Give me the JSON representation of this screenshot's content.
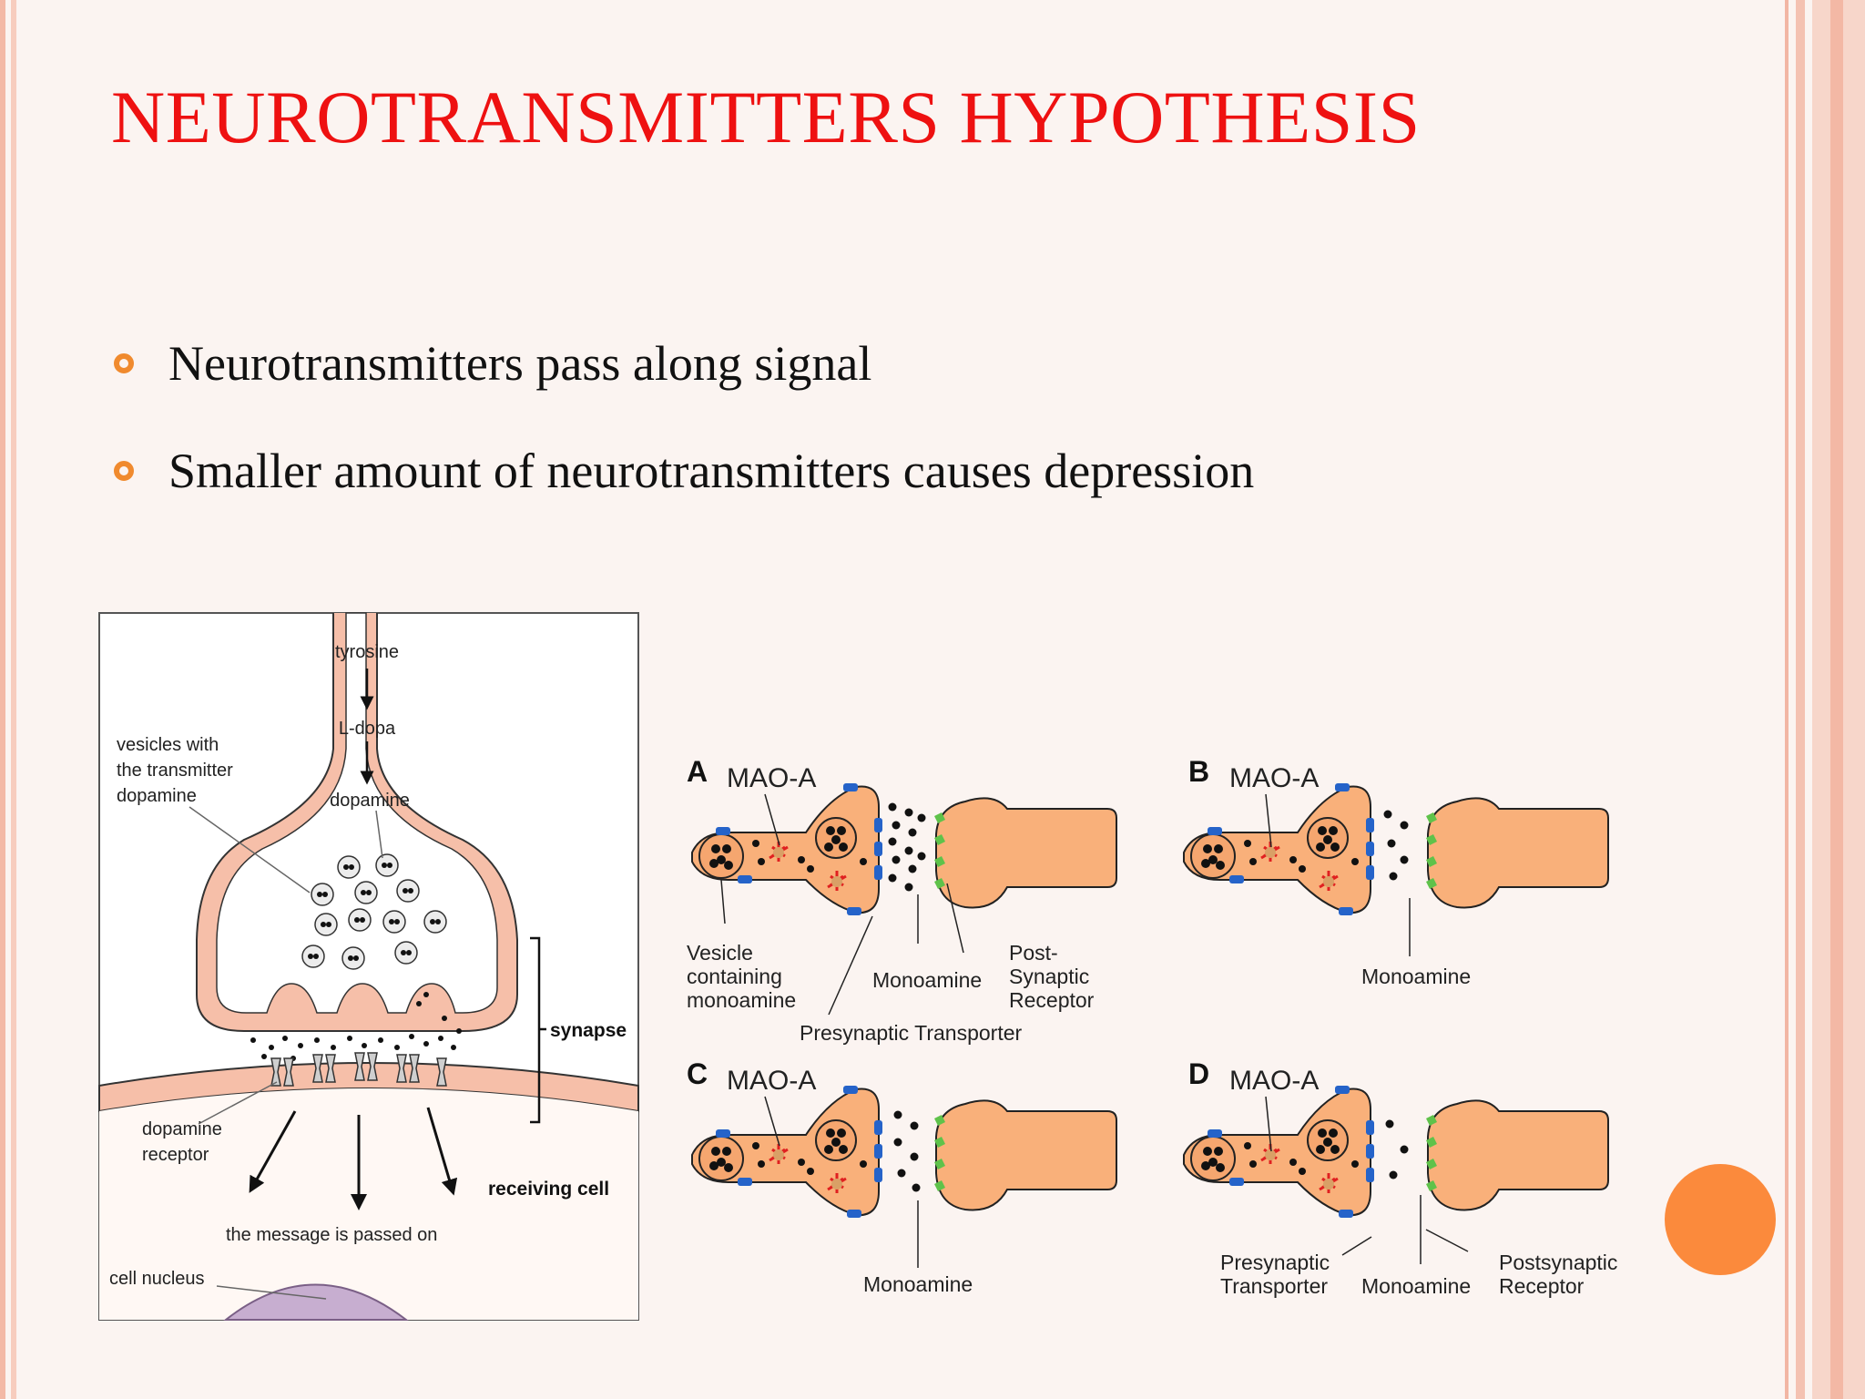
{
  "slide": {
    "title": "NEUROTRANSMITTERS HYPOTHESIS",
    "bullets": [
      "Neurotransmitters pass along signal",
      "Smaller amount of neurotransmitters causes depression"
    ],
    "colors": {
      "title": "#ee1111",
      "bullet_icon": "#f08a2e",
      "accent_dot": "#fb8a3c"
    }
  },
  "left_diagram": {
    "labels": {
      "tyrosine": "tyrosine",
      "ldopa": "L-dopa",
      "dopamine": "dopamine",
      "vesicles_1": "vesicles with",
      "vesicles_2": "the transmitter",
      "vesicles_3": "dopamine",
      "synapse": "synapse",
      "receptor_1": "dopamine",
      "receptor_2": "receptor",
      "receiving_cell": "receiving cell",
      "message": "the message is passed on",
      "nucleus": "cell nucleus"
    }
  },
  "right_diagram": {
    "panels": [
      {
        "letter": "A",
        "enzyme": "MAO-A"
      },
      {
        "letter": "B",
        "enzyme": "MAO-A"
      },
      {
        "letter": "C",
        "enzyme": "MAO-A"
      },
      {
        "letter": "D",
        "enzyme": "MAO-A"
      }
    ],
    "labels": {
      "vesicle_1": "Vesicle",
      "vesicle_2": "containing",
      "vesicle_3": "monoamine",
      "monoamine": "Monoamine",
      "post_1": "Post-",
      "post_2": "Synaptic",
      "post_3": "Receptor",
      "presynaptic_transporter": "Presynaptic Transporter",
      "presynaptic": "Presynaptic",
      "transporter": "Transporter",
      "postsynaptic": "Postsynaptic",
      "receptor": "Receptor"
    }
  }
}
